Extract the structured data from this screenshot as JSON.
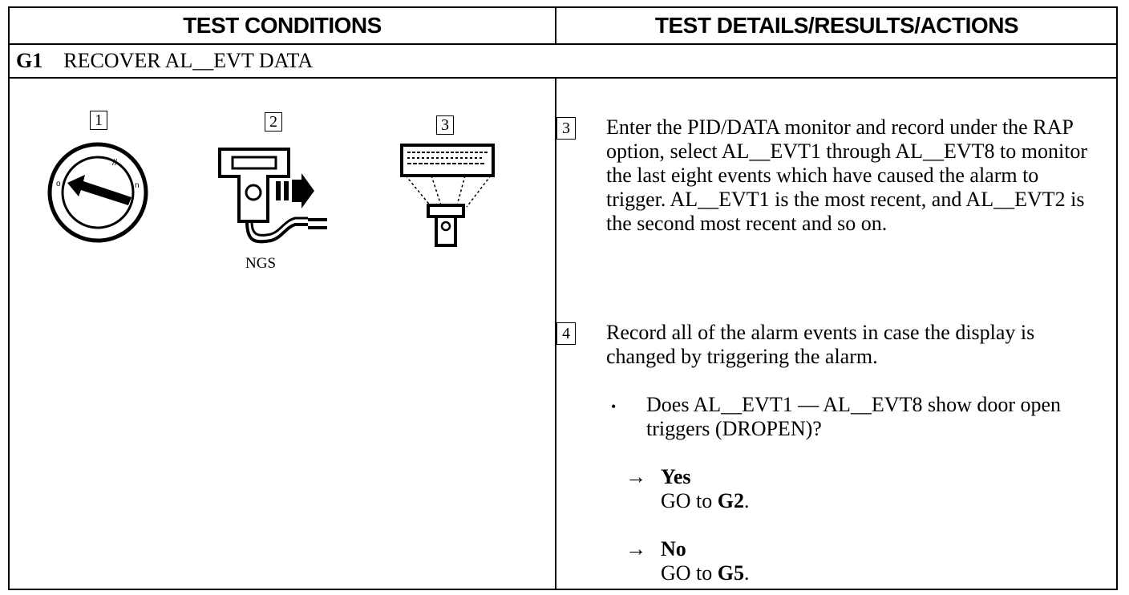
{
  "header": {
    "left": "TEST CONDITIONS",
    "right": "TEST DETAILS/RESULTS/ACTIONS"
  },
  "section": {
    "id": "G1",
    "title": "RECOVER AL__EVT DATA"
  },
  "figures": {
    "fig1_number": "1",
    "fig2_number": "2",
    "fig3_number": "3",
    "fig2_caption": "NGS"
  },
  "steps": [
    {
      "number": "3",
      "text": "Enter the PID/DATA monitor and record under the RAP option, select AL__EVT1 through AL__EVT8 to monitor the last eight events which have caused the alarm to trigger. AL__EVT1 is the most recent, and AL__EVT2 is the second most recent and so on."
    },
    {
      "number": "4",
      "text": "Record all of the alarm events in case the display is changed by triggering the alarm."
    }
  ],
  "question": {
    "bullet": "•",
    "text": "Does AL__EVT1 — AL__EVT8 show door open triggers (DROPEN)?"
  },
  "answers": [
    {
      "arrow": "→",
      "label": "Yes",
      "action_prefix": "GO to ",
      "action_target": "G2",
      "action_suffix": "."
    },
    {
      "arrow": "→",
      "label": "No",
      "action_prefix": "GO to ",
      "action_target": "G5",
      "action_suffix": "."
    }
  ]
}
